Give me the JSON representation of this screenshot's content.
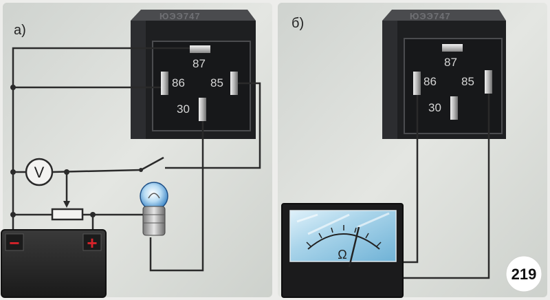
{
  "panel_a": {
    "label": "а)",
    "relay_code": "ЮЭЭ747",
    "pins": {
      "p87": "87",
      "p86": "86",
      "p85": "85",
      "p30": "30"
    },
    "voltmeter_symbol": "V",
    "battery_minus": "−",
    "battery_plus": "+"
  },
  "panel_b": {
    "label": "б)",
    "relay_code": "ЮЭЭ747",
    "pins": {
      "p87": "87",
      "p86": "86",
      "p85": "85",
      "p30": "30"
    },
    "ohmmeter_symbol": "Ω"
  },
  "figure_number": "219",
  "colors": {
    "background": "#d9dcd8",
    "relay_body": "#1e1f21",
    "wire": "#2a2a2a",
    "battery_plus": "#d8232a",
    "battery_minus": "#d8232a",
    "meter_face": "#a9d4ea"
  }
}
